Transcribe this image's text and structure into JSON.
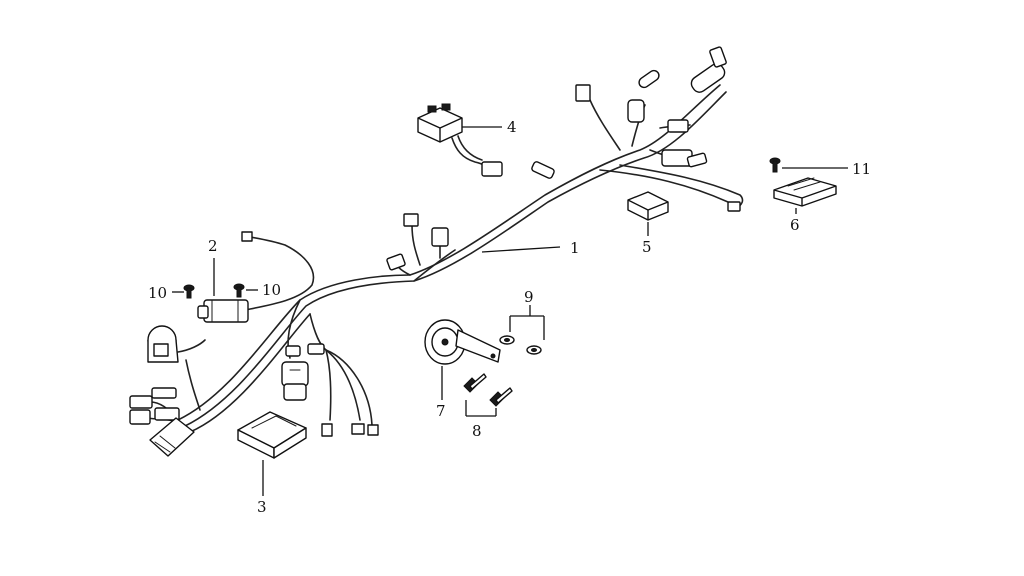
{
  "callouts": {
    "c1": "1",
    "c2": "2",
    "c3": "3",
    "c4": "4",
    "c5": "5",
    "c6": "6",
    "c7": "7",
    "c8": "8",
    "c9": "9",
    "c10a": "10",
    "c10b": "10",
    "c11": "11"
  },
  "colors": {
    "ink": "#111111",
    "background": "#ffffff"
  }
}
